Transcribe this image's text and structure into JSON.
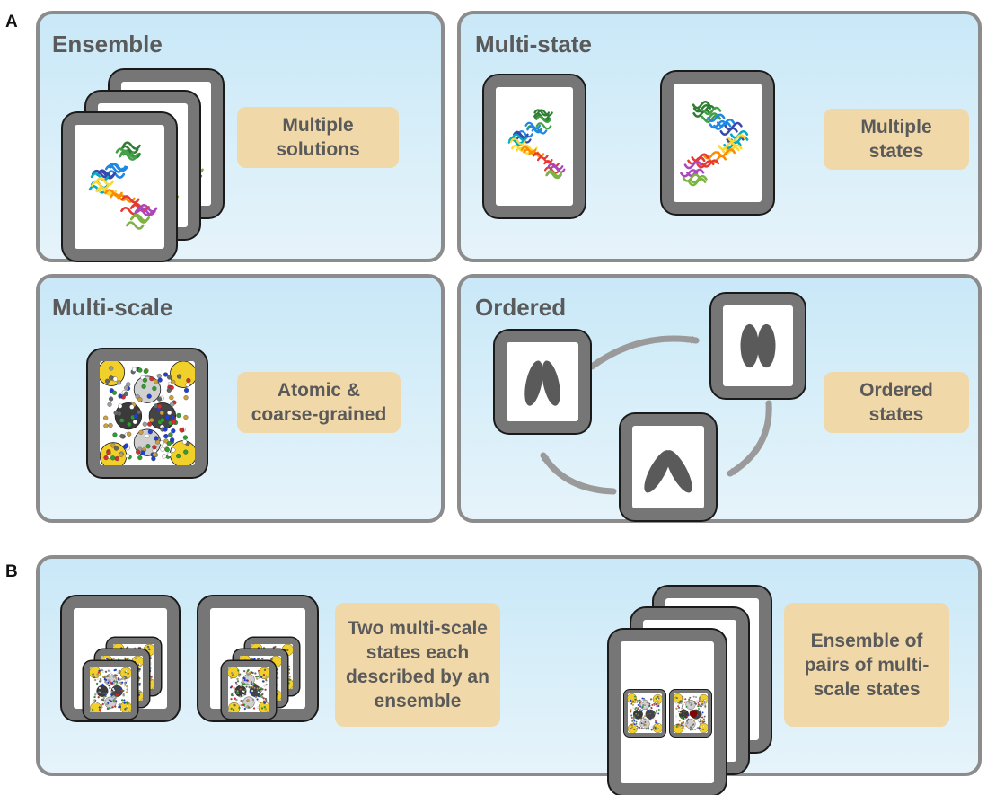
{
  "labels": {
    "a": "A",
    "b": "B"
  },
  "panels": {
    "ensemble": {
      "title": "Ensemble",
      "tag": [
        "Multiple",
        "solutions"
      ]
    },
    "multistate": {
      "title": "Multi-state",
      "tag": [
        "Multiple",
        "states"
      ]
    },
    "multiscale": {
      "title": "Multi-scale",
      "tag": [
        "Atomic &",
        "coarse-grained"
      ]
    },
    "ordered": {
      "title": "Ordered",
      "tag": [
        "Ordered",
        "states"
      ]
    }
  },
  "panel_b": {
    "tag_left": [
      "Two multi-scale",
      "states each",
      "described by an",
      "ensemble"
    ],
    "tag_right": [
      "Ensemble of",
      "pairs of multi-",
      "scale states"
    ]
  },
  "colors": {
    "panel_border": "#8c8c8c",
    "panel_bg": "#d4ecf8",
    "tag_bg": "#f1d8a8",
    "tag_text": "#5a5a5a",
    "card_frame": "#767676",
    "arrow": "#9a9a9a",
    "oval": "#5a5a5a"
  },
  "icons": [
    "protein-structure-icon",
    "coarse-grained-model-icon",
    "oval-pair-icon",
    "cycle-arrow-icon"
  ]
}
